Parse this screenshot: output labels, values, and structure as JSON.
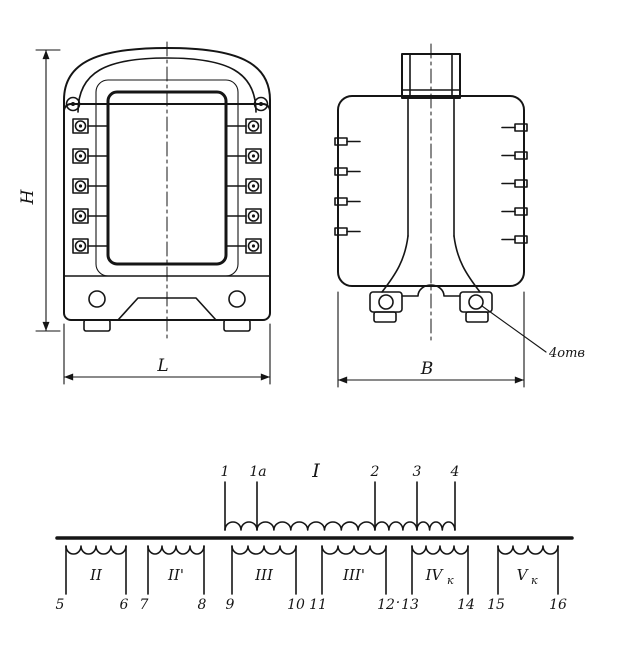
{
  "figure": {
    "front_view": {
      "height_dim": "H",
      "width_dim": "L"
    },
    "side_view": {
      "width_dim": "B",
      "holes_note": "4отв"
    },
    "schematic": {
      "primary": {
        "label": "I",
        "taps": [
          "1",
          "1a",
          "2",
          "3",
          "4"
        ]
      },
      "dot": "·",
      "windings": [
        {
          "label": "II",
          "sub": "",
          "t_left": "5",
          "t_right": "6"
        },
        {
          "label": "II'",
          "sub": "",
          "t_left": "7",
          "t_right": "8"
        },
        {
          "label": "III",
          "sub": "",
          "t_left": "9",
          "t_right": "10"
        },
        {
          "label": "III'",
          "sub": "",
          "t_left": "11",
          "t_right": "12"
        },
        {
          "label": "IV",
          "sub": "к",
          "t_left": "13",
          "t_right": "14"
        },
        {
          "label": "V",
          "sub": "к",
          "t_left": "15",
          "t_right": "16"
        }
      ]
    }
  }
}
